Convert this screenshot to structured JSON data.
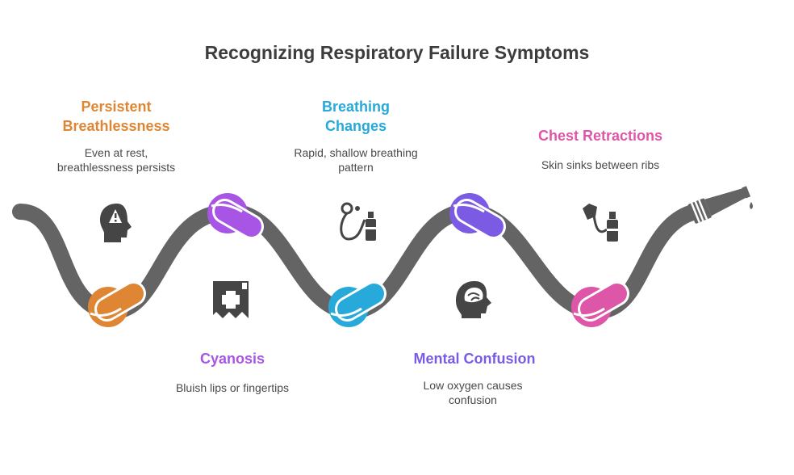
{
  "title": "Recognizing Respiratory Failure Symptoms",
  "colors": {
    "orange": "#DE8633",
    "purple": "#A855E6",
    "blue": "#27A9D9",
    "violet": "#7B5BE3",
    "pink": "#DE56A7",
    "rope": "#646464",
    "icon": "#454545"
  },
  "steps": [
    {
      "title_lines": [
        "Persistent",
        "Breathlessness"
      ],
      "desc_lines": [
        "Even at rest,",
        "breathlessness persists"
      ],
      "icon": "warning-head-icon",
      "color": "#DE8633"
    },
    {
      "title_lines": [
        "Cyanosis"
      ],
      "desc_lines": [
        "Bluish lips or fingertips"
      ],
      "icon": "medical-bag-icon",
      "color": "#A855E6"
    },
    {
      "title_lines": [
        "Breathing",
        "Changes"
      ],
      "desc_lines": [
        "Rapid, shallow breathing",
        "pattern"
      ],
      "icon": "respiratory-equipment-icon",
      "color": "#27A9D9"
    },
    {
      "title_lines": [
        "Mental Confusion"
      ],
      "desc_lines": [
        "Low oxygen causes",
        "confusion"
      ],
      "icon": "brain-head-icon",
      "color": "#7B5BE3"
    },
    {
      "title_lines": [
        "Chest Retractions"
      ],
      "desc_lines": [
        "Skin sinks between ribs"
      ],
      "icon": "oxygen-mask-icon",
      "color": "#DE56A7"
    }
  ]
}
